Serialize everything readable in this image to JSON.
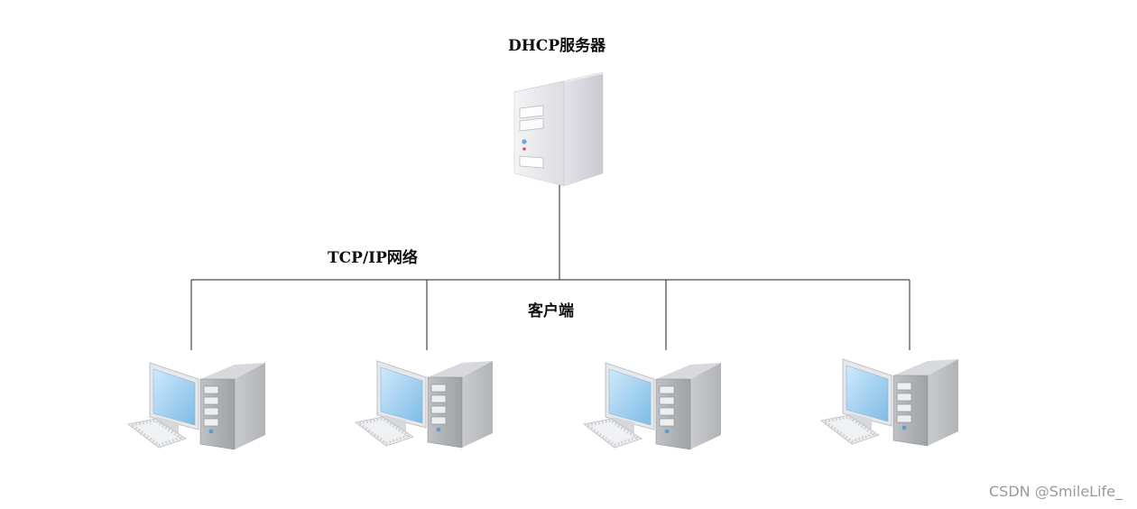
{
  "diagram": {
    "server_label": "DHCP服务器",
    "network_label": "TCP/IP网络",
    "client_label": "客户端",
    "clients": [
      {
        "icon": "desktop-computer-icon"
      },
      {
        "icon": "desktop-computer-icon"
      },
      {
        "icon": "desktop-computer-icon"
      },
      {
        "icon": "desktop-computer-icon"
      }
    ]
  },
  "watermark": "CSDN @SmileLife_"
}
